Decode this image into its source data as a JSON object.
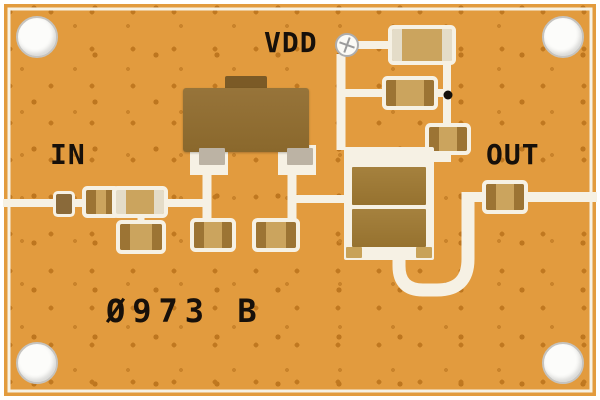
{
  "board": {
    "marking": "Ø973 B",
    "labels": {
      "vdd": "VDD",
      "in": "IN",
      "out": "OUT"
    },
    "colors": {
      "substrate": "#E29B3E",
      "speckle": "#C07820",
      "silkscreen": "#F6F1E4",
      "component_body": "#CBA45E",
      "component_terminal_dark": "#9C7434",
      "component_terminal_light": "#E4DCC8",
      "transistor_body": "#8F6C31",
      "lead_metal": "#BCB3A4",
      "text": "#17100A",
      "hole_ring": "#C6C4C0",
      "test_point": "#14100B"
    },
    "features": {
      "mounting_holes": 4,
      "vdd_pad_icon": "crosshair-pad-icon",
      "test_point_icon": "black-dot-icon"
    }
  }
}
